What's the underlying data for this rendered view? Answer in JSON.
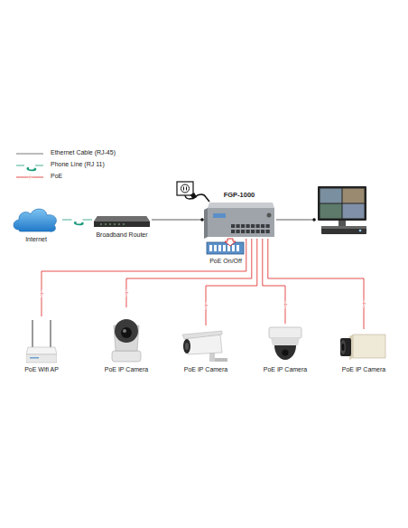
{
  "diagram": {
    "nodes": [
      {
        "text": [
          "Internet"
        ]
      },
      {
        "text": [
          "Broadband Router"
        ]
      },
      {
        "text": [
          "FGP-1000"
        ]
      },
      {
        "text": [
          "PoE Wifi AP"
        ]
      },
      {
        "text": [
          "PoE IP Camera"
        ]
      },
      {
        "text": [
          "PoE IP Camera"
        ]
      },
      {
        "text": [
          "PoE IP Camera"
        ]
      },
      {
        "text": [
          "PoE IP Camera"
        ]
      }
    ],
    "edges": [
      {
        "from": 0,
        "to": 1,
        "arrow": "none"
      },
      {
        "from": 1,
        "to": 2,
        "arrow": "none"
      },
      {
        "from": 2,
        "to": 3,
        "arrow": "none"
      },
      {
        "from": 2,
        "to": 4,
        "arrow": "none"
      },
      {
        "from": 2,
        "to": 5,
        "arrow": "none"
      },
      {
        "from": 2,
        "to": 6,
        "arrow": "none"
      },
      {
        "from": 2,
        "to": 7,
        "arrow": "none"
      }
    ],
    "labels": [
      "PoE On/Off"
    ],
    "legend": [
      {
        "text": "Ethernet Cable (RJ-45)"
      },
      {
        "text": "Phone Line (RJ 11)"
      },
      {
        "text": "PoE"
      }
    ]
  }
}
